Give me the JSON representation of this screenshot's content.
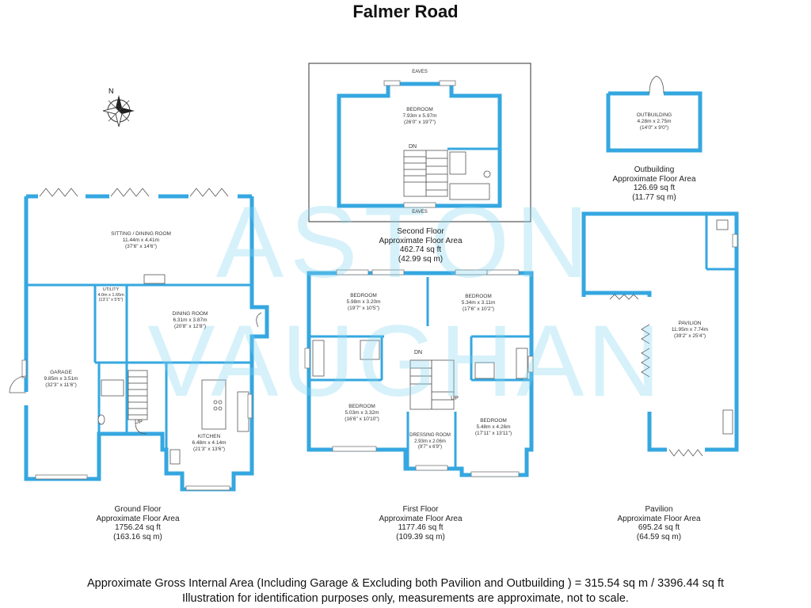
{
  "title": "Falmer Road",
  "watermark": {
    "line1": "ASTON",
    "line2": "VAUGHAN"
  },
  "rooms": {
    "sitting": {
      "name": "SITTING / DINING ROOM",
      "metric": "11.44m x 4.41m",
      "imperial": "(37'6\" x 14'6\")"
    },
    "utility": {
      "name": "UTILITY",
      "metric": "4.0m x 1.65m",
      "imperial": "(13'1\" x 5'5\")"
    },
    "dining": {
      "name": "DINING ROOM",
      "metric": "6.31m x 3.87m",
      "imperial": "(20'8\" x 12'8\")"
    },
    "garage": {
      "name": "GARAGE",
      "metric": "9.85m x 3.51m",
      "imperial": "(32'3\" x 11'6\")"
    },
    "kitchen": {
      "name": "KITCHEN",
      "metric": "6.48m x 4.14m",
      "imperial": "(21'3\" x 13'6\")"
    },
    "bed_top": {
      "name": "BEDROOM",
      "metric": "7.93m x 5.97m",
      "imperial": "(26'0\" x 19'7\")"
    },
    "bed1": {
      "name": "BEDROOM",
      "metric": "5.98m x 3.20m",
      "imperial": "(19'7\" x 10'5\")"
    },
    "bed2": {
      "name": "BEDROOM",
      "metric": "5.34m x 3.11m",
      "imperial": "(17'6\" x 10'2\")"
    },
    "bed3": {
      "name": "BEDROOM",
      "metric": "5.03m x 3.32m",
      "imperial": "(16'6\" x 10'10\")"
    },
    "bed4": {
      "name": "BEDROOM",
      "metric": "5.48m x 4.26m",
      "imperial": "(17'11\" x 13'11\")"
    },
    "dressing": {
      "name": "DRESSING ROOM",
      "metric": "2.93m x 2.06m",
      "imperial": "(9'7\" x 6'9\")"
    },
    "outbuilding": {
      "name": "OUTBUILDING",
      "metric": "4.28m x 2.75m",
      "imperial": "(14'0\" x 9'0\")"
    },
    "pavilion": {
      "name": "PAVILION",
      "metric": "11.95m x 7.74m",
      "imperial": "(39'2\" x 25'4\")"
    }
  },
  "labels": {
    "eaves": "EAVES",
    "dn": "DN",
    "up": "UP"
  },
  "areas": {
    "ground": {
      "line1": "Ground Floor",
      "line2": "Approximate Floor Area",
      "line3": "1756.24 sq ft",
      "line4": "(163.16 sq m)"
    },
    "first": {
      "line1": "First Floor",
      "line2": "Approximate Floor Area",
      "line3": "1177.46 sq ft",
      "line4": "(109.39 sq m)"
    },
    "second": {
      "line1": "Second Floor",
      "line2": "Approximate Floor Area",
      "line3": "462.74 sq ft",
      "line4": "(42.99 sq m)"
    },
    "pavilion": {
      "line1": "Pavilion",
      "line2": "Approximate Floor Area",
      "line3": "695.24 sq ft",
      "line4": "(64.59 sq m)"
    },
    "outbuilding": {
      "line1": "Outbuilding",
      "line2": "Approximate Floor Area",
      "line3": "126.69 sq ft",
      "line4": "(11.77 sq m)"
    }
  },
  "compass": {
    "north": "N"
  },
  "footer": {
    "line1": "Approximate Gross Internal Area (Including Garage & Excluding both Pavilion and Outbuilding ) = 315.54 sq m / 3396.44 sq ft",
    "line2": "Illustration for identification purposes only, measurements are approximate, not to scale."
  },
  "colors": {
    "wall": "#35a7e0",
    "watermark": "#7fd3ee"
  }
}
